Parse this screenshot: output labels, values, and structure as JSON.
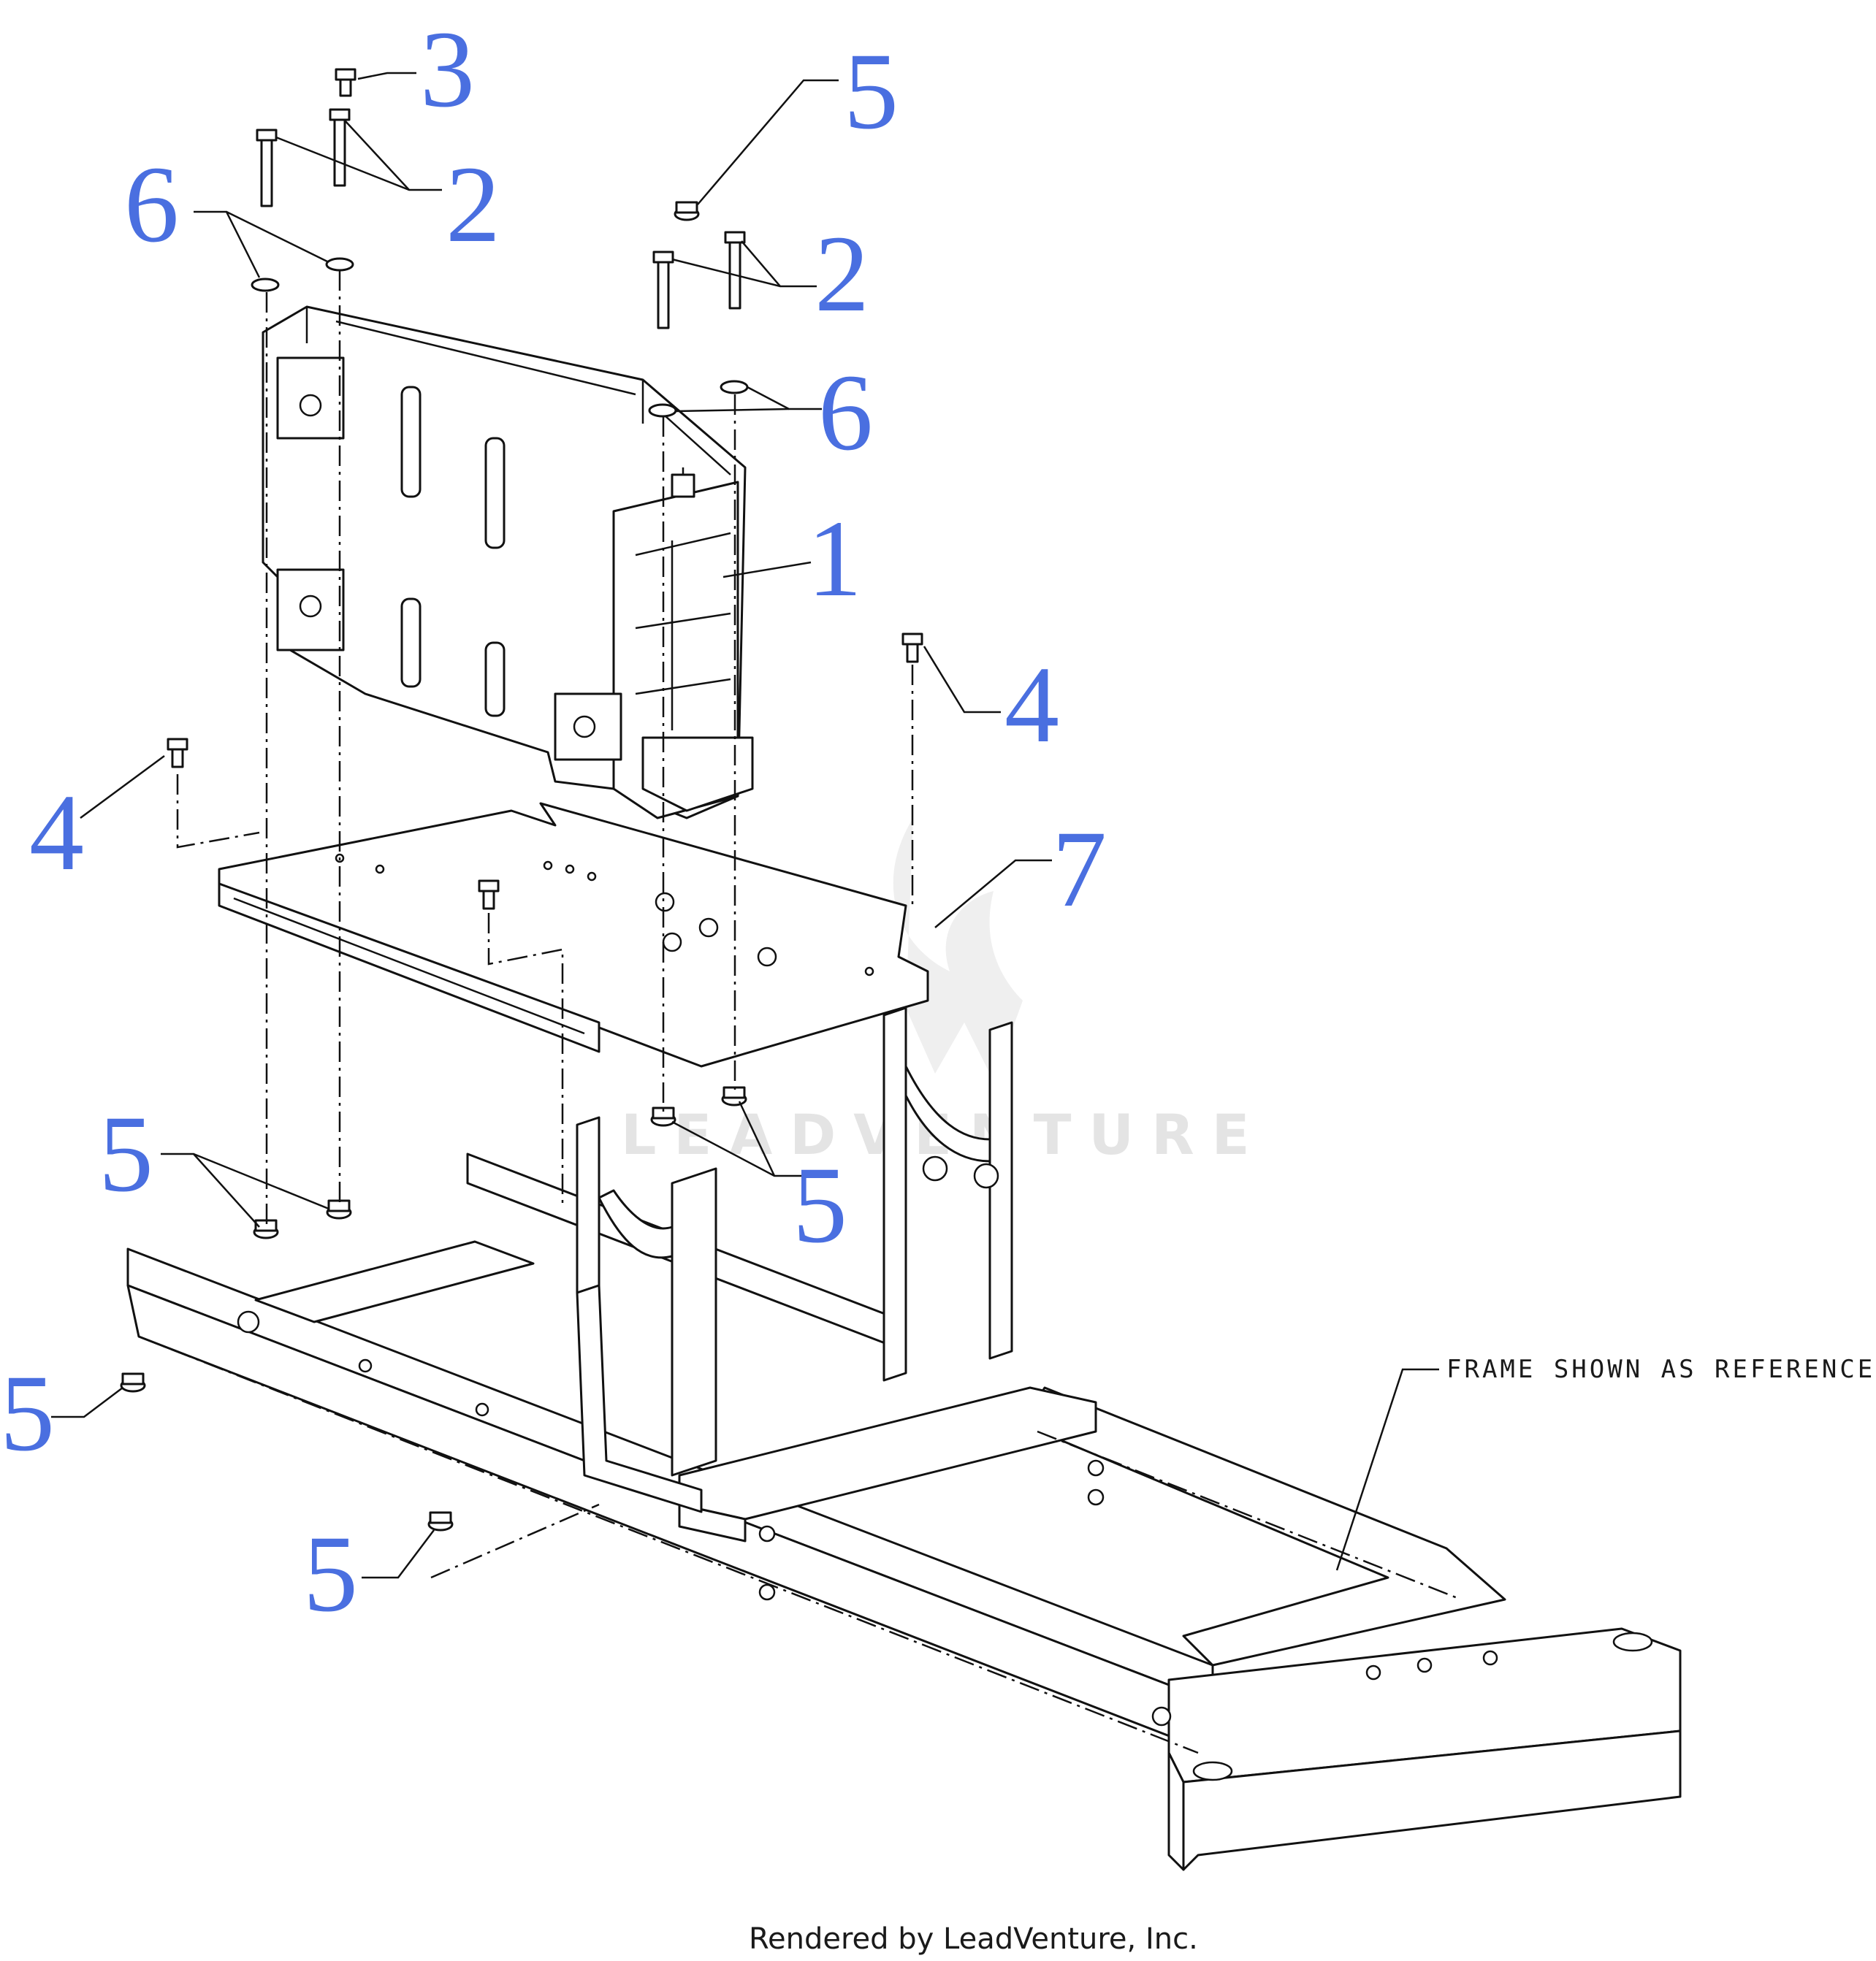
{
  "callouts": {
    "c3": "3",
    "c2a": "2",
    "c6a": "6",
    "c5a": "5",
    "c2b": "2",
    "c6b": "6",
    "c1": "1",
    "c4a": "4",
    "c4b": "4",
    "c7": "7",
    "c5b": "5",
    "c5c": "5",
    "c5d": "5",
    "c5e": "5"
  },
  "note": "FRAME SHOWN AS REFERENCE",
  "watermark": "LEADVENTURE",
  "footer": "Rendered by LeadVenture, Inc.",
  "colors": {
    "callout": "#4a6fe0",
    "line": "#111111",
    "watermark": "#e4e4e4"
  }
}
